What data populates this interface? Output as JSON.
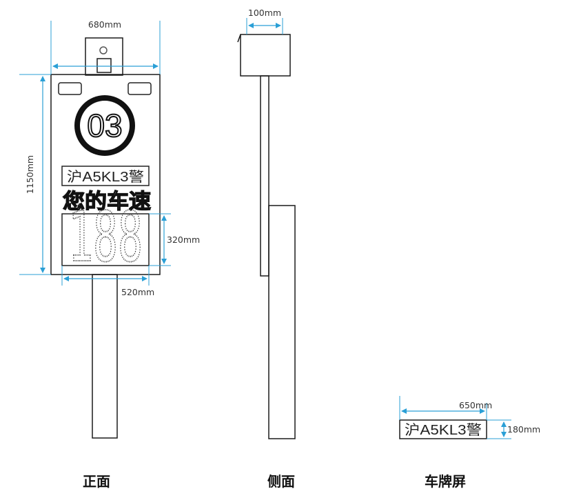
{
  "front": {
    "caption": "正面",
    "width_label": "680mm",
    "height_label": "1150mm",
    "digit_height_label": "320mm",
    "digit_width_label": "520mm",
    "limit_value": "03",
    "plate_text": "沪A5KL3警",
    "speed_label": "您的车速",
    "speed_value": "188"
  },
  "side": {
    "caption": "侧面",
    "depth_label": "100mm"
  },
  "plate_screen": {
    "caption": "车牌屏",
    "width_label": "650mm",
    "height_label": "180mm",
    "plate_text": "沪A5KL3警"
  },
  "colors": {
    "dimension": "#2a9fd6",
    "outline": "#1a1a1a"
  }
}
